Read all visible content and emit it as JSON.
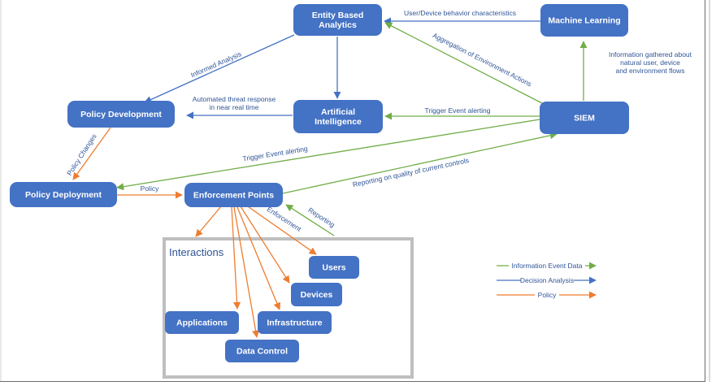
{
  "nodes": {
    "entity_analytics": "Entity Based\nAnalytics",
    "machine_learning": "Machine Learning",
    "policy_development": "Policy Development",
    "artificial_intelligence": "Artificial\nIntelligence",
    "siem": "SIEM",
    "policy_deployment": "Policy Deployment",
    "enforcement_points": "Enforcement Points",
    "users": "Users",
    "devices": "Devices",
    "applications": "Applications",
    "infrastructure": "Infrastructure",
    "data_control": "Data Control"
  },
  "group": {
    "interactions": "Interactions"
  },
  "edge_labels": {
    "user_device_behavior": "User/Device behavior characteristics",
    "informed_analysis": "Informed Analysis",
    "aggregation": "Aggregation of Environment Actions",
    "info_gathered": "Information gathered about\nnatural user, device\nand environment flows",
    "automated_threat": "Automated threat response\nin near real time",
    "trigger_event_ai": "Trigger Event alerting",
    "policy_changes": "Policy Changes",
    "trigger_event_deploy": "Trigger Event alerting",
    "reporting_quality": "Reporting on quality of current controls",
    "policy": "Policy",
    "enforcement": "Enforcement",
    "reporting": "Reporting"
  },
  "legend": {
    "information_event": "Information Event Data",
    "decision_analysis": "Decision Analysis",
    "policy": "Policy"
  },
  "colors": {
    "node_fill": "#4472c4",
    "node_text": "#ffffff",
    "green": "#70ad47",
    "blue": "#4472c4",
    "orange": "#ed7d31",
    "label_text": "#2f5597",
    "box_border": "#bfbfbf"
  }
}
